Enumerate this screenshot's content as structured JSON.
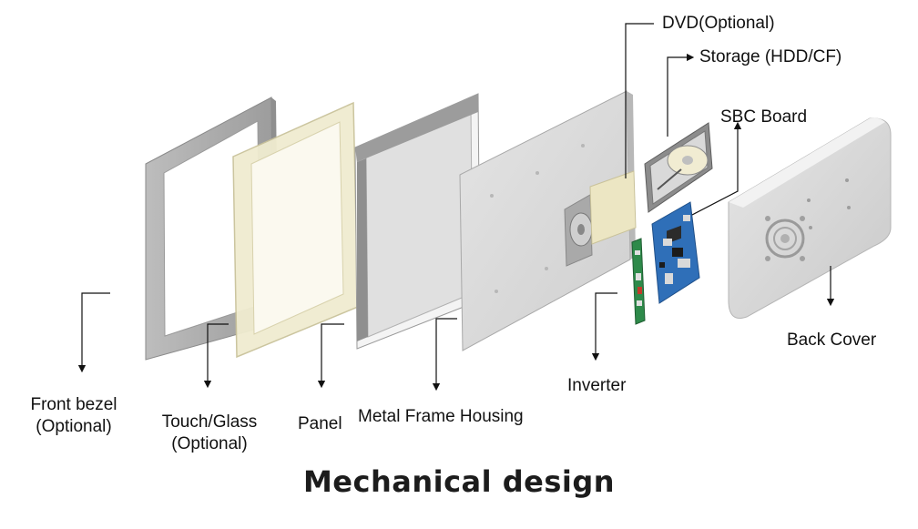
{
  "title": "Mechanical design",
  "labels": {
    "front_bezel_line1": "Front bezel",
    "front_bezel_line2": "(Optional)",
    "touch_glass_line1": "Touch/Glass",
    "touch_glass_line2": "(Optional)",
    "panel": "Panel",
    "metal_frame": "Metal Frame Housing",
    "dvd": "DVD(Optional)",
    "storage": "Storage (HDD/CF)",
    "sbc_board": "SBC Board",
    "inverter": "Inverter",
    "back_cover": "Back Cover"
  },
  "colors": {
    "bezel": "#a3a3a3",
    "glass_frame": "#e9e4bf",
    "housing": "#dadada",
    "board": "#2f6fb8",
    "inverter_board": "#2e8a4a",
    "line": "#111111"
  }
}
